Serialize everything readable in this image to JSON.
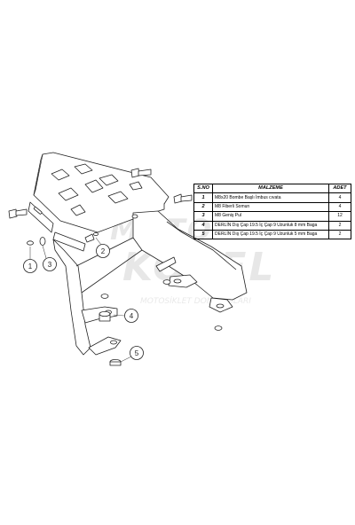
{
  "watermark": {
    "line1": "MOTO",
    "line2": "KOSEL",
    "line3": "MOTOSİKLET DONANIMLARI"
  },
  "parts_table": {
    "headers": {
      "no": "S.NO",
      "material": "MALZEME",
      "qty": "ADET"
    },
    "rows": [
      {
        "no": "1",
        "material": "M8x20 Bombe Başlı İmbus cıvata",
        "qty": "4"
      },
      {
        "no": "2",
        "material": "M8 Fiberli Somun",
        "qty": "4"
      },
      {
        "no": "3",
        "material": "M8 Geniş Pul",
        "qty": "12"
      },
      {
        "no": "4",
        "material": "DERLİN Dış Çap 19.5 İç Çap 9 Uzunluk 8 mm Baga",
        "qty": "2"
      },
      {
        "no": "5",
        "material": "DERLİN Dış Çap 19.5 İç Çap 9 Uzunluk 5 mm Baga",
        "qty": "2"
      }
    ]
  },
  "callouts": {
    "c1": "1",
    "c2": "2",
    "c3": "3",
    "c4": "4",
    "c5": "5"
  }
}
